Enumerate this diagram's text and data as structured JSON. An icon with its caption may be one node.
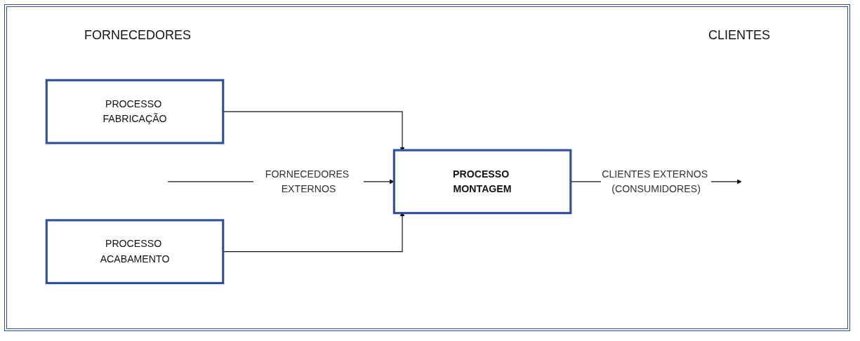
{
  "diagram": {
    "nodes": [
      {
        "text": [
          "PROCESSO FABRICAÇÃO"
        ]
      },
      {
        "text": [
          "PROCESSO ACABAMENTO"
        ]
      },
      {
        "text": [
          "PROCESSO MONTAGEM"
        ]
      }
    ],
    "edges": [
      {
        "from": 0,
        "to": 2,
        "arrow": "to"
      },
      {
        "from": null,
        "to": 2,
        "arrow": "to",
        "label": "FORNECEDORES EXTERNOS"
      },
      {
        "from": 1,
        "to": 2,
        "arrow": "to"
      },
      {
        "from": 2,
        "to": null,
        "arrow": "to",
        "label": "CLIENTES EXTERNOS (CONSUMIDORES)"
      }
    ],
    "labels": [
      "FORNECEDORES",
      "CLIENTES"
    ]
  }
}
